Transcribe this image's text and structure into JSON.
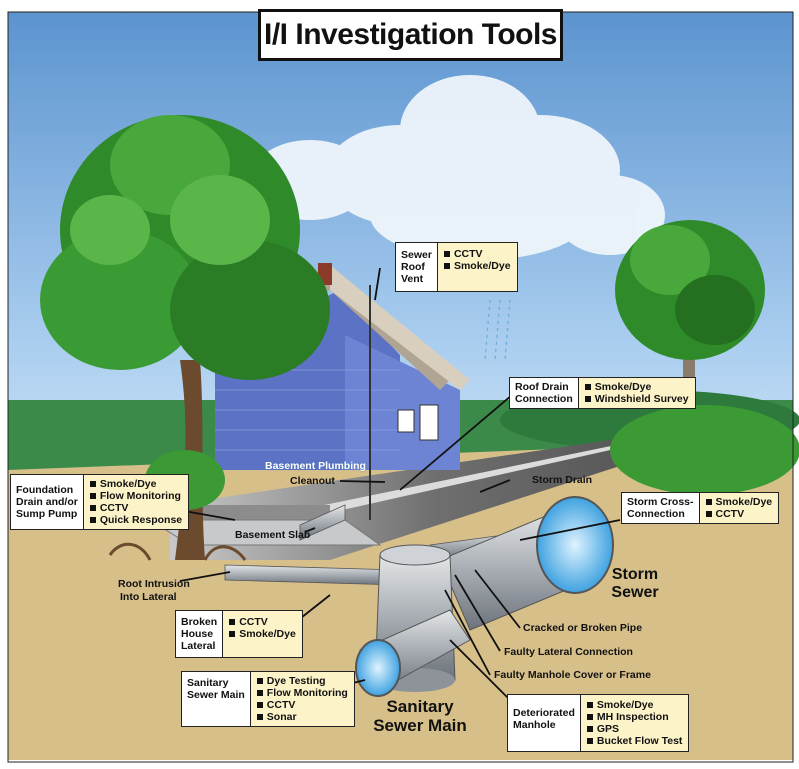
{
  "title": "I/I Investigation Tools",
  "callouts": {
    "roof_vent": {
      "label": [
        "Sewer",
        "Roof",
        "Vent"
      ],
      "tools": [
        "CCTV",
        "Smoke/Dye"
      ]
    },
    "roof_drain": {
      "label": [
        "Roof Drain",
        "Connection"
      ],
      "tools": [
        "Smoke/Dye",
        "Windshield Survey"
      ]
    },
    "foundation": {
      "label": [
        "Foundation",
        "Drain and/or",
        "Sump Pump"
      ],
      "tools": [
        "Smoke/Dye",
        "Flow Monitoring",
        "CCTV",
        "Quick Response"
      ]
    },
    "storm_cross": {
      "label": [
        "Storm Cross-",
        "Connection"
      ],
      "tools": [
        "Smoke/Dye",
        "CCTV"
      ]
    },
    "broken_lateral": {
      "label": [
        "Broken",
        "House",
        "Lateral"
      ],
      "tools": [
        "CCTV",
        "Smoke/Dye"
      ]
    },
    "sanitary_main": {
      "label": [
        "Sanitary",
        "Sewer Main"
      ],
      "tools": [
        "Dye Testing",
        "Flow Monitoring",
        "CCTV",
        "Sonar"
      ]
    },
    "manhole": {
      "label": [
        "Deteriorated",
        "Manhole"
      ],
      "tools": [
        "Smoke/Dye",
        "MH Inspection",
        "GPS",
        "Bucket Flow Test"
      ]
    }
  },
  "labels": {
    "basement_plumbing": "Basement Plumbing",
    "cleanout": "Cleanout",
    "storm_drain": "Storm Drain",
    "basement_slab": "Basement Slab",
    "root_intrusion_1": "Root Intrusion",
    "root_intrusion_2": "Into Lateral",
    "cracked_pipe": "Cracked or Broken Pipe",
    "faulty_lateral": "Faulty Lateral Connection",
    "faulty_manhole": "Faulty Manhole Cover or Frame",
    "storm_sewer_1": "Storm",
    "storm_sewer_2": "Sewer",
    "sanitary_sewer_1": "Sanitary",
    "sanitary_sewer_2": "Sewer Main"
  },
  "colors": {
    "sky": "#86b7e3",
    "ground": "#d9c08a",
    "house_wall": "#5c72c4",
    "roof": "#b0a493",
    "tree_green": "#2f8a2a",
    "pipe": "#9aa0a6",
    "callout_fill": "#fdf3c8"
  }
}
